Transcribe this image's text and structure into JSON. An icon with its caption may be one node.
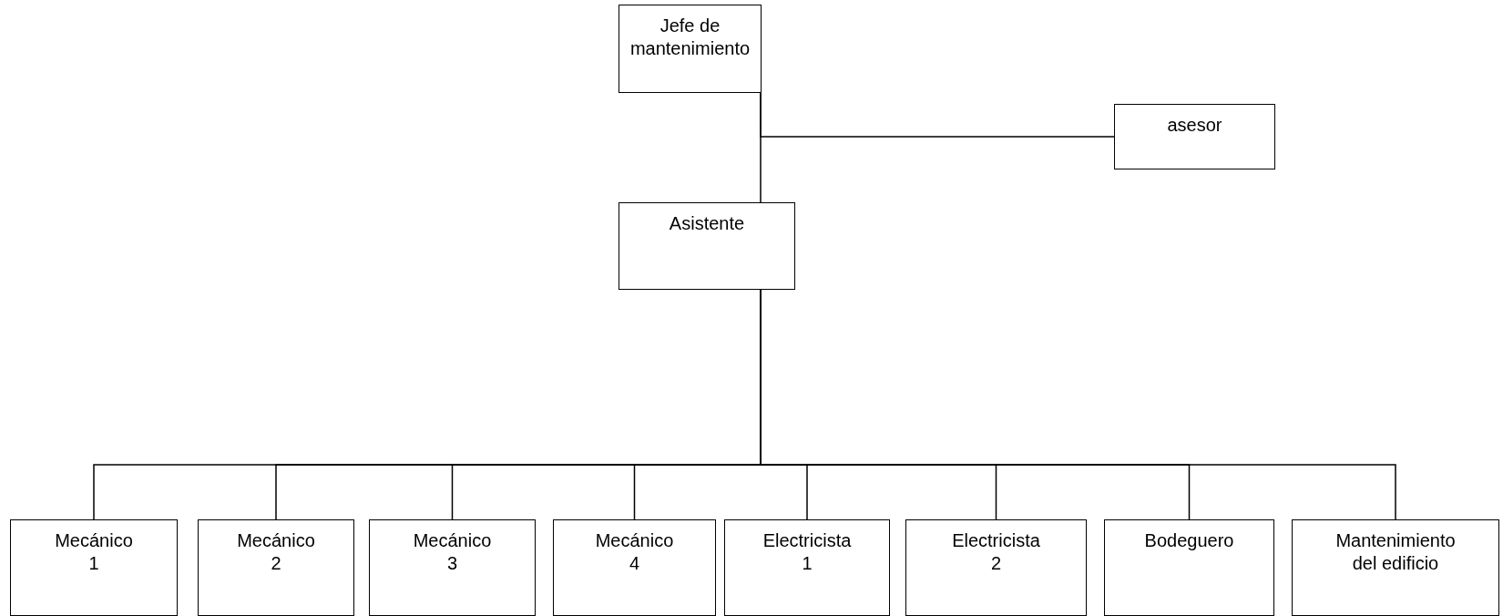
{
  "diagram": {
    "nodes": [
      {
        "text": [
          "Jefe de mantenimiento"
        ]
      },
      {
        "text": [
          "asesor"
        ]
      },
      {
        "text": [
          "Asistente"
        ]
      },
      {
        "text": [
          "Mecánico 1"
        ]
      },
      {
        "text": [
          "Mecánico 2"
        ]
      },
      {
        "text": [
          "Mecánico 3"
        ]
      },
      {
        "text": [
          "Mecánico 4"
        ]
      },
      {
        "text": [
          "Electricista 1"
        ]
      },
      {
        "text": [
          "Electricista 2"
        ]
      },
      {
        "text": [
          "Bodeguero"
        ]
      },
      {
        "text": [
          "Mantenimiento del edificio"
        ]
      }
    ],
    "edges": [
      {
        "from": 0,
        "to": 2,
        "arrow": "none"
      },
      {
        "from": 0,
        "to": 1,
        "arrow": "none"
      },
      {
        "from": 2,
        "to": 3,
        "arrow": "none"
      },
      {
        "from": 2,
        "to": 4,
        "arrow": "none"
      },
      {
        "from": 2,
        "to": 5,
        "arrow": "none"
      },
      {
        "from": 2,
        "to": 6,
        "arrow": "none"
      },
      {
        "from": 2,
        "to": 7,
        "arrow": "none"
      },
      {
        "from": 2,
        "to": 8,
        "arrow": "none"
      },
      {
        "from": 2,
        "to": 9,
        "arrow": "none"
      },
      {
        "from": 2,
        "to": 10,
        "arrow": "none"
      }
    ]
  }
}
